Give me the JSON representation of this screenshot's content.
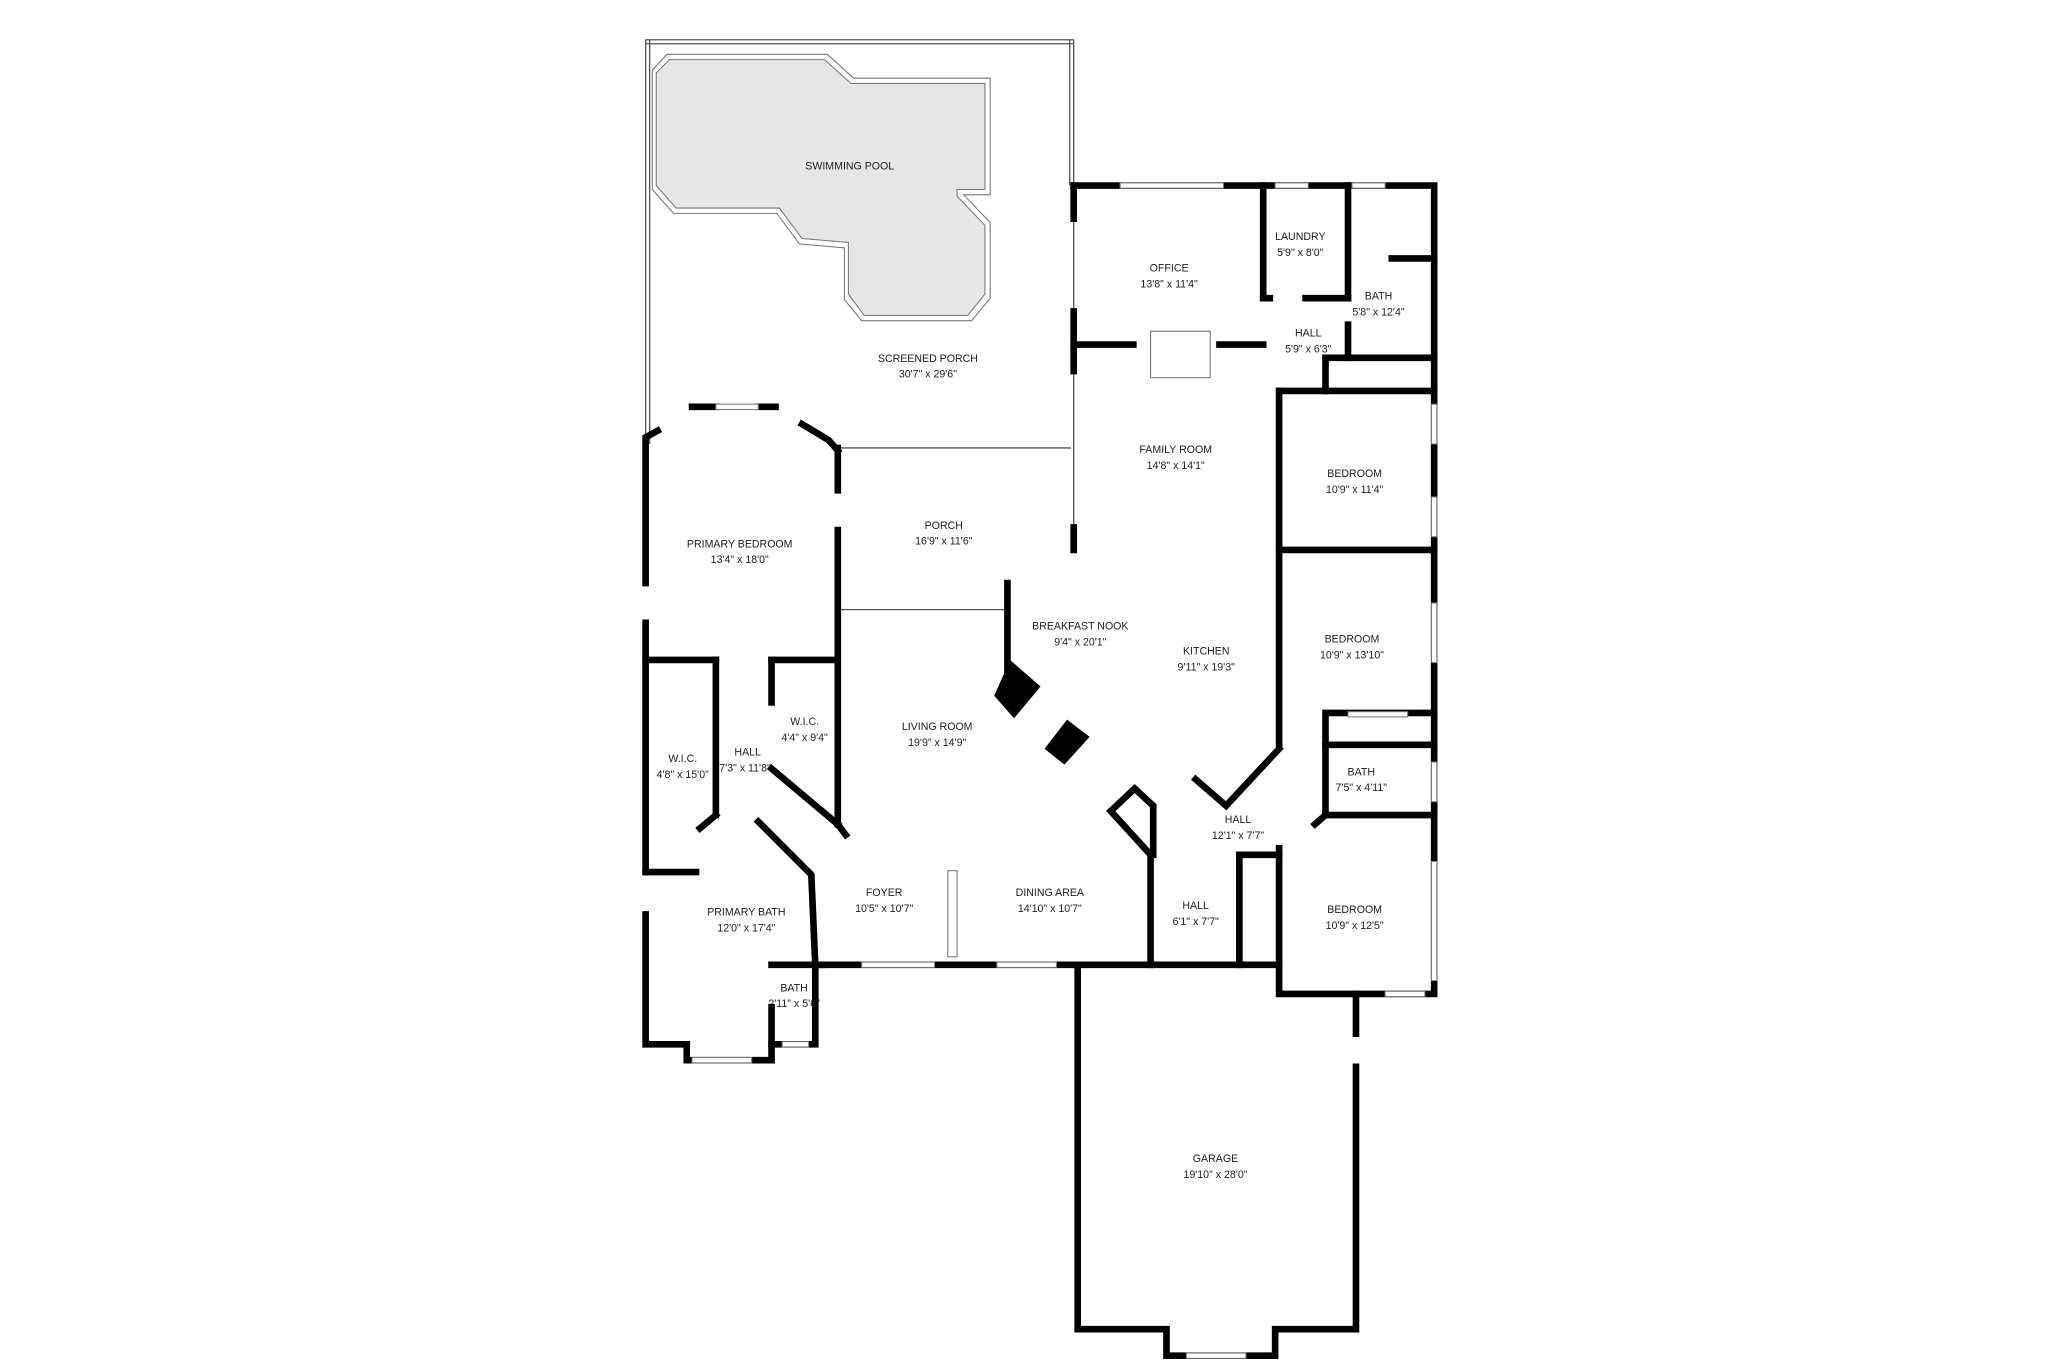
{
  "colors": {
    "wall": "#000000",
    "pool_fill": "#e6e6e6",
    "background": "#ffffff"
  },
  "rooms": {
    "pool": {
      "name": "SWIMMING POOL"
    },
    "screened_porch": {
      "name": "SCREENED PORCH",
      "size": "30'7\" x 29'6\""
    },
    "office": {
      "name": "OFFICE",
      "size": "13'8\" x 11'4\""
    },
    "laundry": {
      "name": "LAUNDRY",
      "size": "5'9\" x 8'0\""
    },
    "bath_upper": {
      "name": "BATH",
      "size": "5'8\" x 12'4\""
    },
    "hall_upper": {
      "name": "HALL",
      "size": "5'9\" x 6'3\""
    },
    "family_room": {
      "name": "FAMILY ROOM",
      "size": "14'8\" x 14'1\""
    },
    "bedroom_1": {
      "name": "BEDROOM",
      "size": "10'9\" x 11'4\""
    },
    "porch": {
      "name": "PORCH",
      "size": "16'9\" x 11'6\""
    },
    "primary_bedroom": {
      "name": "PRIMARY BEDROOM",
      "size": "13'4\" x 18'0\""
    },
    "breakfast_nook": {
      "name": "BREAKFAST NOOK",
      "size": "9'4\" x 20'1\""
    },
    "kitchen": {
      "name": "KITCHEN",
      "size": "9'11\" x 19'3\""
    },
    "bedroom_2": {
      "name": "BEDROOM",
      "size": "10'9\" x 13'10\""
    },
    "wic_right": {
      "name": "W.I.C.",
      "size": "4'4\" x 9'4\""
    },
    "wic_left": {
      "name": "W.I.C.",
      "size": "4'8\" x 15'0\""
    },
    "hall_primary": {
      "name": "HALL",
      "size": "7'3\" x 11'8\""
    },
    "living_room": {
      "name": "LIVING ROOM",
      "size": "19'9\" x 14'9\""
    },
    "bath_mid": {
      "name": "BATH",
      "size": "7'5\" x 4'11\""
    },
    "hall_mid": {
      "name": "HALL",
      "size": "12'1\" x 7'7\""
    },
    "primary_bath": {
      "name": "PRIMARY BATH",
      "size": "12'0\" x 17'4\""
    },
    "foyer": {
      "name": "FOYER",
      "size": "10'5\" x 10'7\""
    },
    "dining_area": {
      "name": "DINING AREA",
      "size": "14'10\" x 10'7\""
    },
    "hall_small": {
      "name": "HALL",
      "size": "6'1\" x 7'7\""
    },
    "bedroom_3": {
      "name": "BEDROOM",
      "size": "10'9\" x 12'5\""
    },
    "bath_small": {
      "name": "BATH",
      "size": "2'11\" x 5'6\""
    },
    "garage": {
      "name": "GARAGE",
      "size": "19'10\" x 28'0\""
    }
  }
}
